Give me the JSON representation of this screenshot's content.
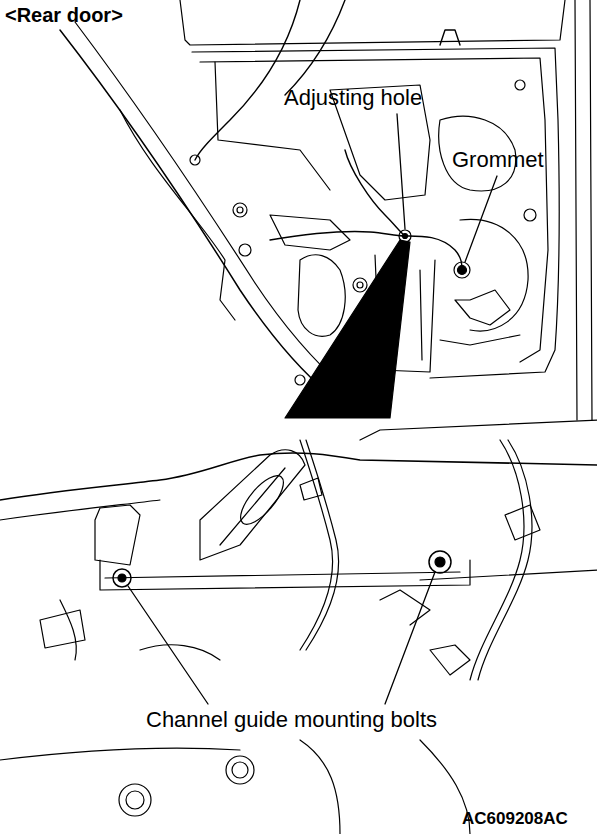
{
  "diagram": {
    "title": "<Rear door>",
    "labels": [
      "Adjusting hole",
      "Grommet",
      "Channel guide mounting bolts",
      "AC609208AC"
    ]
  }
}
